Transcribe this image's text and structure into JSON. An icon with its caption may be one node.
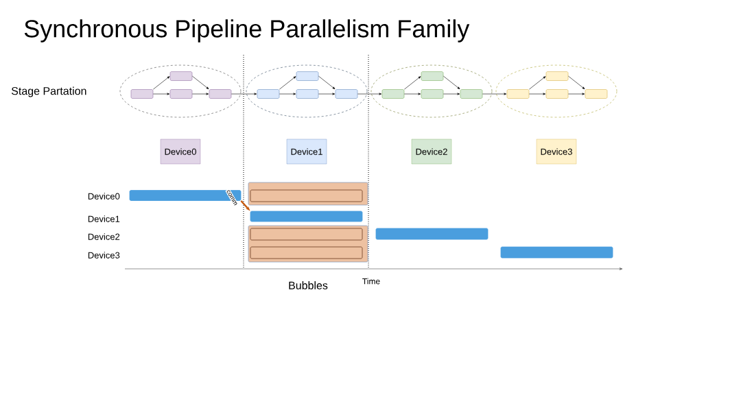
{
  "diagram": {
    "title": "Synchronous Pipeline Parallelism Family",
    "nodes": [
      {
        "text": [],
        "shape": "ellipse"
      },
      {
        "text": [],
        "shape": "box",
        "in": 0
      },
      {
        "text": [],
        "shape": "box",
        "in": 0
      },
      {
        "text": [],
        "shape": "box",
        "in": 0
      },
      {
        "text": [],
        "shape": "box",
        "in": 0
      },
      {
        "text": [],
        "shape": "ellipse"
      },
      {
        "text": [],
        "shape": "box",
        "in": 5
      },
      {
        "text": [],
        "shape": "box",
        "in": 5
      },
      {
        "text": [],
        "shape": "box",
        "in": 5
      },
      {
        "text": [],
        "shape": "box",
        "in": 5
      },
      {
        "text": [],
        "shape": "ellipse"
      },
      {
        "text": [],
        "shape": "box",
        "in": 10
      },
      {
        "text": [],
        "shape": "box",
        "in": 10
      },
      {
        "text": [],
        "shape": "box",
        "in": 10
      },
      {
        "text": [],
        "shape": "box",
        "in": 10
      },
      {
        "text": [],
        "shape": "ellipse"
      },
      {
        "text": [],
        "shape": "box",
        "in": 15
      },
      {
        "text": [],
        "shape": "box",
        "in": 15
      },
      {
        "text": [],
        "shape": "box",
        "in": 15
      },
      {
        "text": [],
        "shape": "box",
        "in": 15
      },
      {
        "text": [
          "Device0"
        ]
      },
      {
        "text": [
          "Device1"
        ]
      },
      {
        "text": [
          "Device2"
        ]
      },
      {
        "text": [
          "Device3"
        ]
      },
      {
        "text": [],
        "shape": "bar"
      },
      {
        "text": [],
        "shape": "box"
      },
      {
        "text": [],
        "shape": "bar",
        "in": 25
      },
      {
        "text": [],
        "shape": "bar"
      },
      {
        "text": [],
        "shape": "box"
      },
      {
        "text": [],
        "shape": "bar",
        "in": 28
      },
      {
        "text": [],
        "shape": "bar",
        "in": 28
      },
      {
        "text": [],
        "shape": "bar"
      },
      {
        "text": [],
        "shape": "bar"
      }
    ],
    "edges": [
      {
        "from": 1,
        "to": 2,
        "arrow": "to"
      },
      {
        "from": 1,
        "to": 3,
        "arrow": "to"
      },
      {
        "from": 2,
        "to": 4,
        "arrow": "to"
      },
      {
        "from": 3,
        "to": 4,
        "arrow": "to"
      },
      {
        "from": 4,
        "to": 6,
        "arrow": "to"
      },
      {
        "from": 6,
        "to": 7,
        "arrow": "to"
      },
      {
        "from": 6,
        "to": 8,
        "arrow": "to"
      },
      {
        "from": 7,
        "to": 9,
        "arrow": "to"
      },
      {
        "from": 8,
        "to": 9,
        "arrow": "to"
      },
      {
        "from": 9,
        "to": 11,
        "arrow": "to"
      },
      {
        "from": 11,
        "to": 12,
        "arrow": "to"
      },
      {
        "from": 11,
        "to": 13,
        "arrow": "to"
      },
      {
        "from": 12,
        "to": 14,
        "arrow": "to"
      },
      {
        "from": 13,
        "to": 14,
        "arrow": "to"
      },
      {
        "from": 14,
        "to": 16,
        "arrow": "to"
      },
      {
        "from": 16,
        "to": 17,
        "arrow": "to"
      },
      {
        "from": 16,
        "to": 18,
        "arrow": "to"
      },
      {
        "from": 17,
        "to": 19,
        "arrow": "to"
      },
      {
        "from": 18,
        "to": 19,
        "arrow": "to"
      },
      {
        "from": 24,
        "to": 27,
        "arrow": "to",
        "label": "comm",
        "style": "thick",
        "color": "#c55a11"
      }
    ],
    "labels": [
      "Stage Partation",
      "Device0",
      "Device1",
      "Device2",
      "Device3",
      "Bubbles",
      "Time"
    ]
  }
}
